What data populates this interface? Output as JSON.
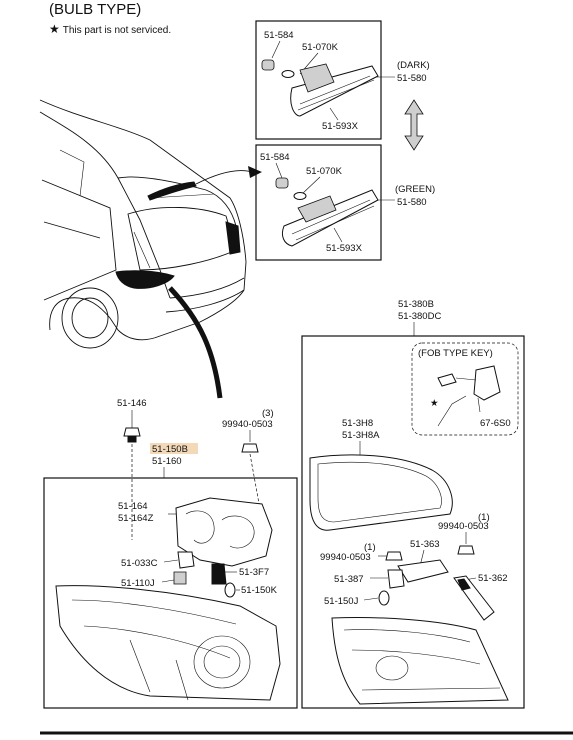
{
  "header": {
    "title": "(BULB TYPE)",
    "note": "This part is not serviced."
  },
  "callouts": {
    "p51_584_a": "51-584",
    "p51_070k_a": "51-070K",
    "dark": "(DARK)",
    "p51_580_a": "51-580",
    "p51_593x_a": "51-593X",
    "p51_584_b": "51-584",
    "p51_070k_b": "51-070K",
    "green": "(GREEN)",
    "p51_580_b": "51-580",
    "p51_593x_b": "51-593X",
    "p51_380b": "51-380B",
    "p51_380dc": "51-380DC",
    "fob": "(FOB TYPE KEY)",
    "p67_6s0": "67-6S0",
    "p51_146": "51-146",
    "p99940_0503_a_qty": "(3)",
    "p99940_0503_a": "99940-0503",
    "p51_150b": "51-150B",
    "p51_160": "51-160",
    "p51_3h8": "51-3H8",
    "p51_3h8a": "51-3H8A",
    "p51_164": "51-164",
    "p51_164z": "51-164Z",
    "p99940_0503_b_qty": "(1)",
    "p99940_0503_b": "99940-0503",
    "p99940_0503_c_qty": "(1)",
    "p99940_0503_c": "99940-0503",
    "p51_363": "51-363",
    "p51_033c": "51-033C",
    "p51_3f7": "51-3F7",
    "p51_387": "51-387",
    "p51_362": "51-362",
    "p51_110j": "51-110J",
    "p51_150k": "51-150K",
    "p51_150j": "51-150J"
  },
  "colors": {
    "highlight": "#f3d9b8",
    "ink": "#111111"
  }
}
